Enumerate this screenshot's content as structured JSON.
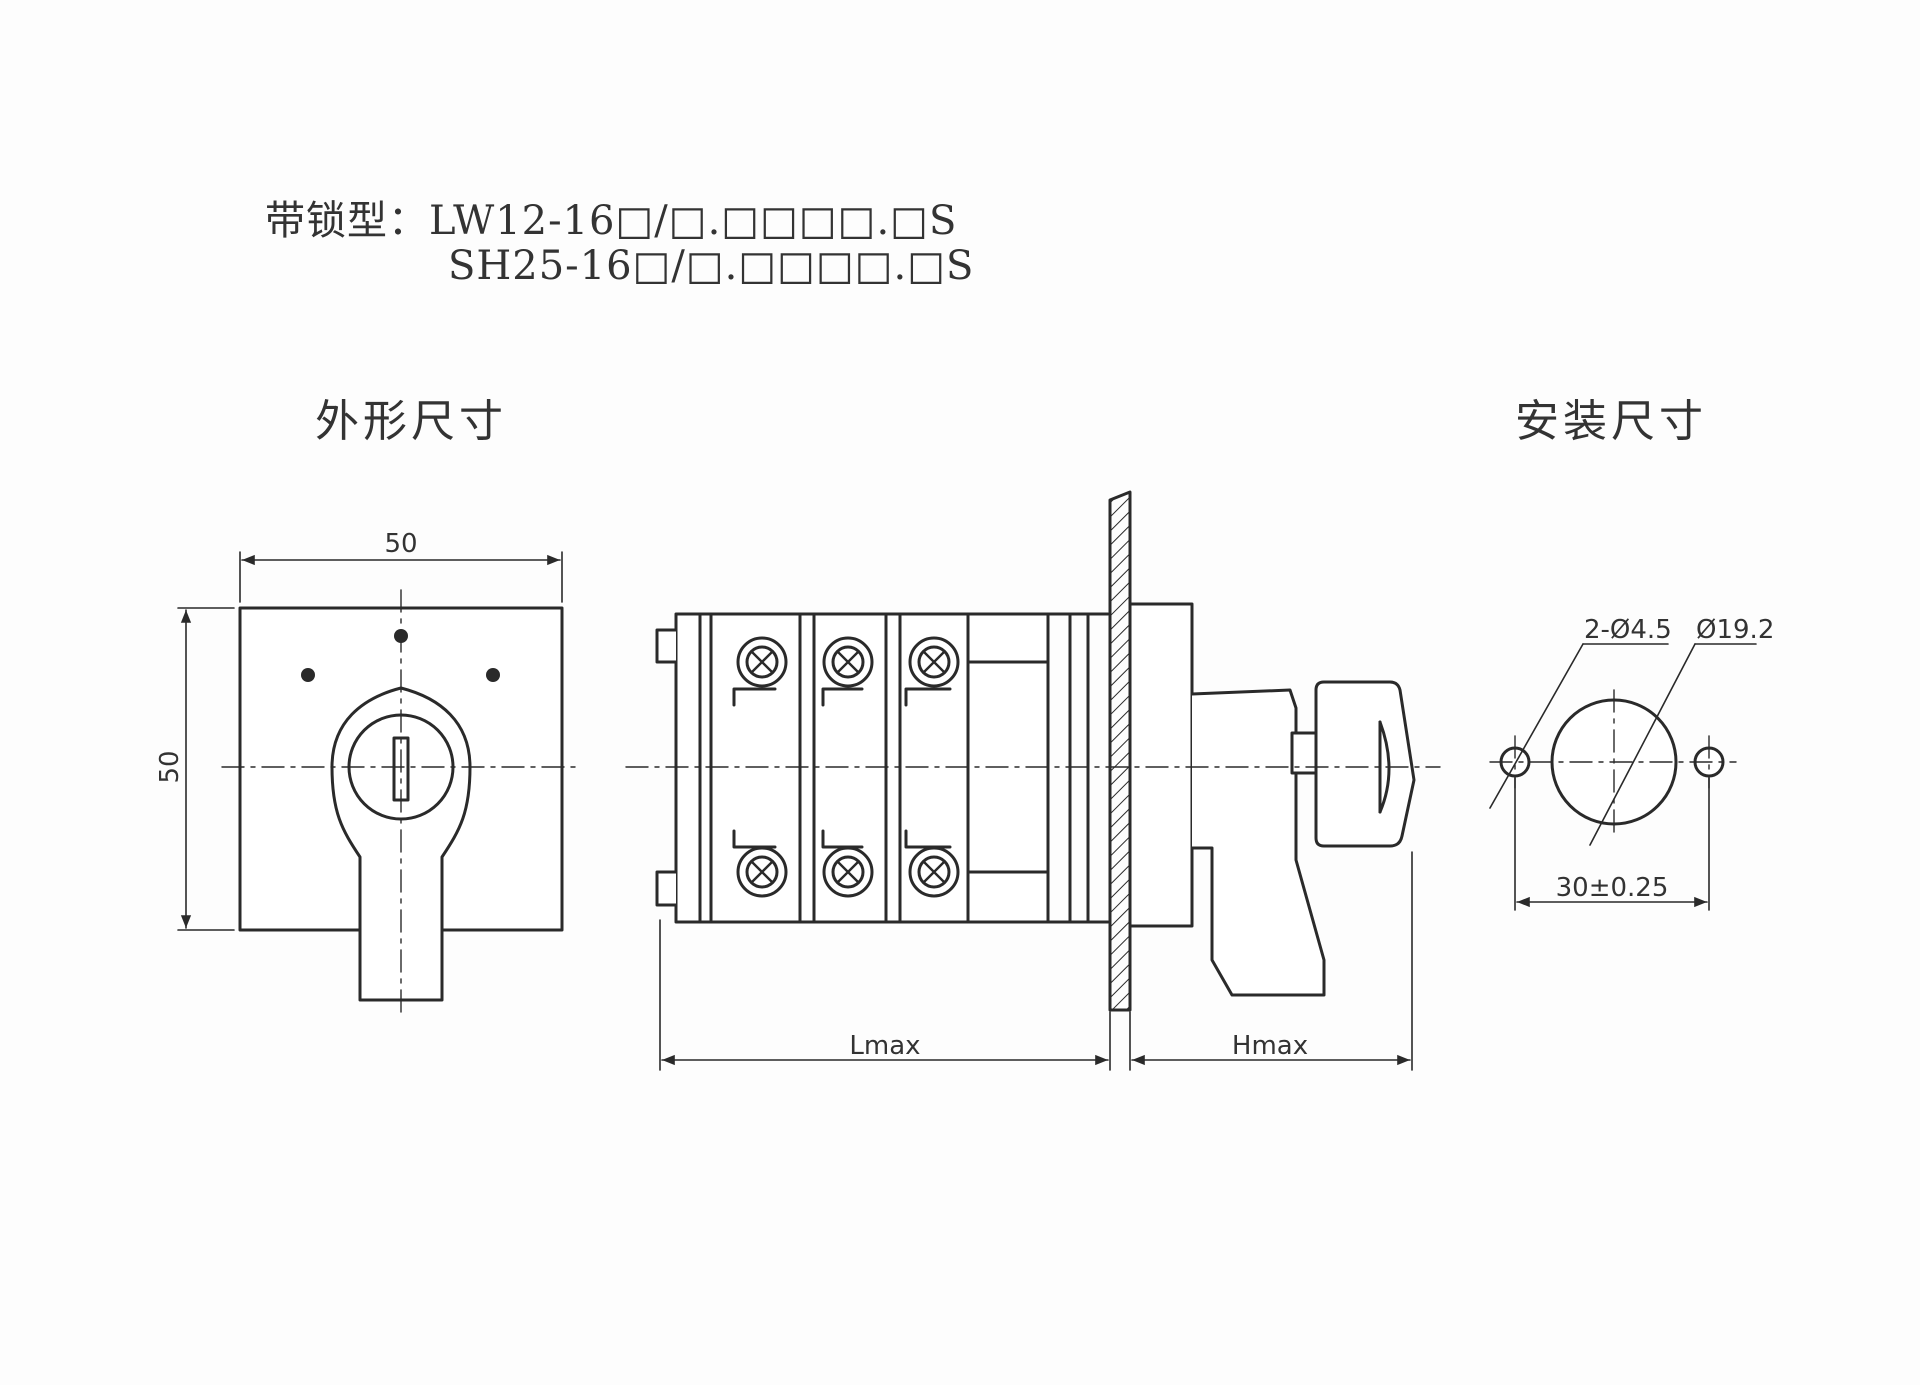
{
  "header": {
    "line1": "带锁型：LW12-16□/□.□□□□.□S",
    "line2": "SH25-16□/□.□□□□.□S"
  },
  "sections": {
    "outline_title": "外形尺寸",
    "mounting_title": "安装尺寸"
  },
  "dimensions": {
    "width": "50",
    "height": "50",
    "lmax": "Lmax",
    "hmax": "Hmax",
    "holes": "2-Ø4.5",
    "center_hole": "Ø19.2",
    "spacing": "30±0.25"
  },
  "colors": {
    "line": "#2a2a2a",
    "background": "#fdfdfd"
  }
}
